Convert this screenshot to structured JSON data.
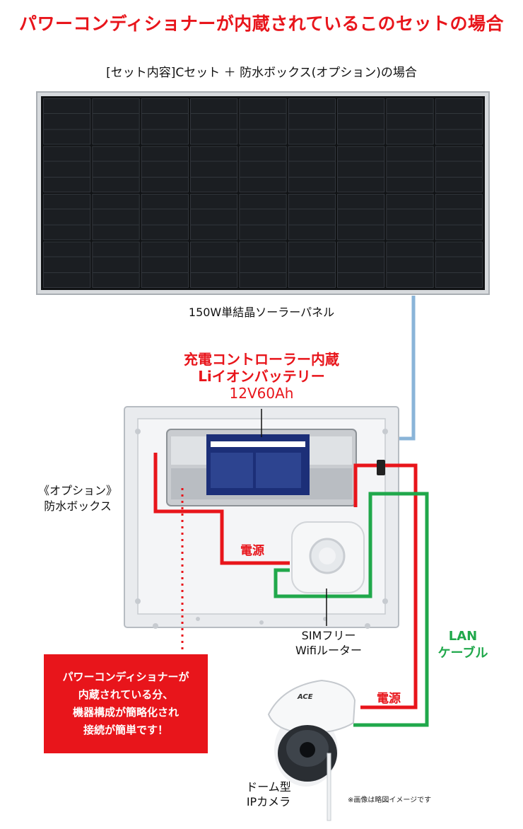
{
  "title": "パワーコンディショナーが内蔵されているこのセットの場合",
  "subtitle": "[セット内容]Cセット ＋ 防水ボックス(オプション)の場合",
  "solar_panel": {
    "label": "150W単結晶ソーラーパネル"
  },
  "battery": {
    "lines": [
      "充電コントローラー内蔵",
      "Liイオンバッテリー",
      "12V60Ah"
    ]
  },
  "box": {
    "lines": [
      "《オプション》",
      "防水ボックス"
    ]
  },
  "router": {
    "lines": [
      "SIMフリー",
      "Wifiルーター"
    ]
  },
  "lan": {
    "lines": [
      "LAN",
      "ケーブル"
    ]
  },
  "power_labels": [
    "電源",
    "電源"
  ],
  "callout": {
    "lines": [
      "パワーコンディショナーが",
      "内蔵されている分、",
      "機器構成が簡略化され",
      "接続が簡単です！"
    ]
  },
  "camera": {
    "lines": [
      "ドーム型",
      "IPカメラ"
    ],
    "brand": "ACE"
  },
  "note": "※画像は略図イメージです",
  "colors": {
    "accent_red": "#e8151b",
    "lan_green": "#20a84b",
    "panel_wire_blue": "#8ab4d8"
  }
}
